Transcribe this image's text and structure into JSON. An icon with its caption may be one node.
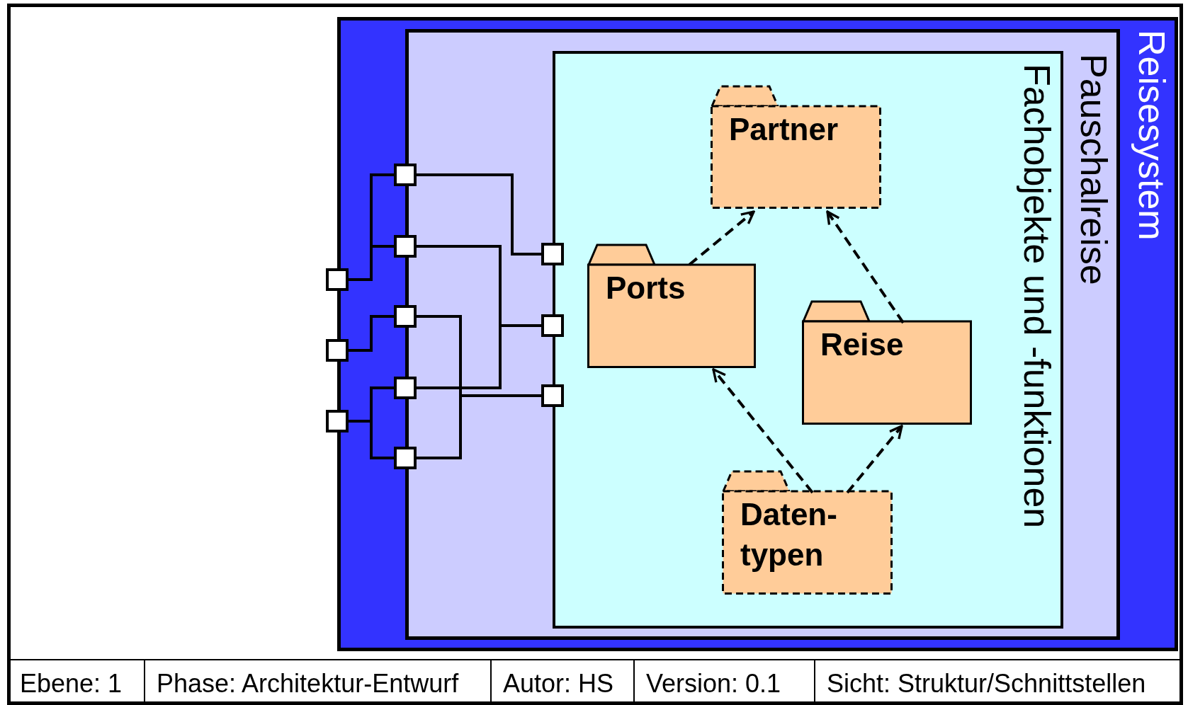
{
  "diagram": {
    "nodes": [
      {
        "text": [
          "Reisesystem"
        ]
      },
      {
        "text": [
          "Pauschalreise"
        ],
        "in": 0
      },
      {
        "text": [
          "Fachobjekte und -funktionen"
        ],
        "in": 1
      },
      {
        "text": [
          "Partner"
        ],
        "in": 2
      },
      {
        "text": [
          "Ports"
        ],
        "in": 2
      },
      {
        "text": [
          "Reise"
        ],
        "in": 2
      },
      {
        "text": [
          "Daten- typen"
        ],
        "in": 2
      },
      {
        "text": [],
        "shape": "box"
      },
      {
        "text": [],
        "shape": "box"
      },
      {
        "text": [],
        "shape": "box"
      },
      {
        "text": [],
        "shape": "box",
        "in": 0
      },
      {
        "text": [],
        "shape": "box",
        "in": 0
      },
      {
        "text": [],
        "shape": "box",
        "in": 0
      },
      {
        "text": [],
        "shape": "box",
        "in": 0
      },
      {
        "text": [],
        "shape": "box",
        "in": 0
      },
      {
        "text": [],
        "shape": "box",
        "in": 1
      },
      {
        "text": [],
        "shape": "box",
        "in": 1
      },
      {
        "text": [],
        "shape": "box",
        "in": 1
      }
    ],
    "edges": [
      {
        "from": 4,
        "to": 3,
        "arrow": "to",
        "style": "dashed"
      },
      {
        "from": 5,
        "to": 3,
        "arrow": "to",
        "style": "dashed"
      },
      {
        "from": 6,
        "to": 4,
        "arrow": "to",
        "style": "dashed"
      },
      {
        "from": 6,
        "to": 5,
        "arrow": "to",
        "style": "dashed"
      },
      {
        "from": 7,
        "to": 10,
        "arrow": "none"
      },
      {
        "from": 7,
        "to": 11,
        "arrow": "none"
      },
      {
        "from": 8,
        "to": 12,
        "arrow": "none"
      },
      {
        "from": 9,
        "to": 13,
        "arrow": "none"
      },
      {
        "from": 9,
        "to": 14,
        "arrow": "none"
      },
      {
        "from": 10,
        "to": 15,
        "arrow": "none"
      },
      {
        "from": 11,
        "to": 16,
        "arrow": "none"
      },
      {
        "from": 13,
        "to": 16,
        "arrow": "none"
      },
      {
        "from": 12,
        "to": 17,
        "arrow": "none"
      },
      {
        "from": 14,
        "to": 17,
        "arrow": "none"
      }
    ],
    "labels": [
      "Ebene: 1",
      "Phase: Architektur-Entwurf",
      "Autor: HS",
      "Version: 0.1",
      "Sicht: Struktur/Schnittstellen"
    ]
  }
}
